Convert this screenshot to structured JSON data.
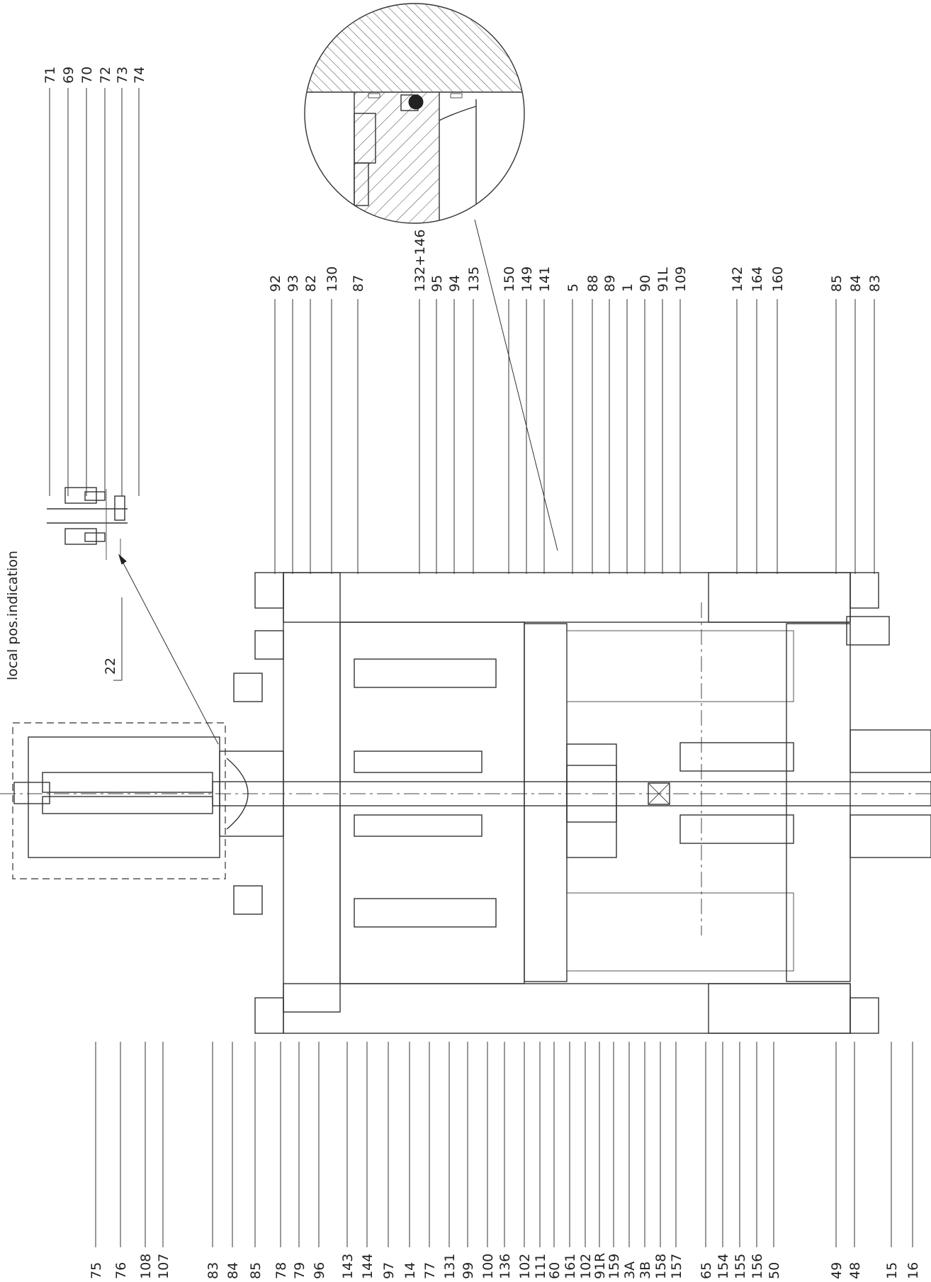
{
  "drawing": {
    "callout_label": "local pos.indication",
    "detail_label": "22",
    "labels_top_left": [
      "71",
      "69",
      "70",
      "72",
      "73",
      "74"
    ],
    "labels_top_right": [
      "92",
      "93",
      "82",
      "130",
      "87",
      "132+146",
      "95",
      "94",
      "135",
      "150",
      "149",
      "141",
      "5",
      "88",
      "89",
      "1",
      "90",
      "91L",
      "109",
      "142",
      "164",
      "160",
      "85",
      "84",
      "83"
    ],
    "labels_bottom": [
      "75",
      "76",
      "108",
      "107",
      "83",
      "84",
      "85",
      "78",
      "79",
      "96",
      "143",
      "144",
      "97",
      "14",
      "77",
      "131",
      "99",
      "100",
      "136",
      "102",
      "111",
      "60",
      "161",
      "102",
      "91R",
      "159",
      "3A",
      "3B",
      "158",
      "157",
      "65",
      "154",
      "155",
      "156",
      "50",
      "49",
      "48",
      "15",
      "16"
    ]
  },
  "colors": {
    "line": "#333333",
    "background": "#ffffff"
  }
}
